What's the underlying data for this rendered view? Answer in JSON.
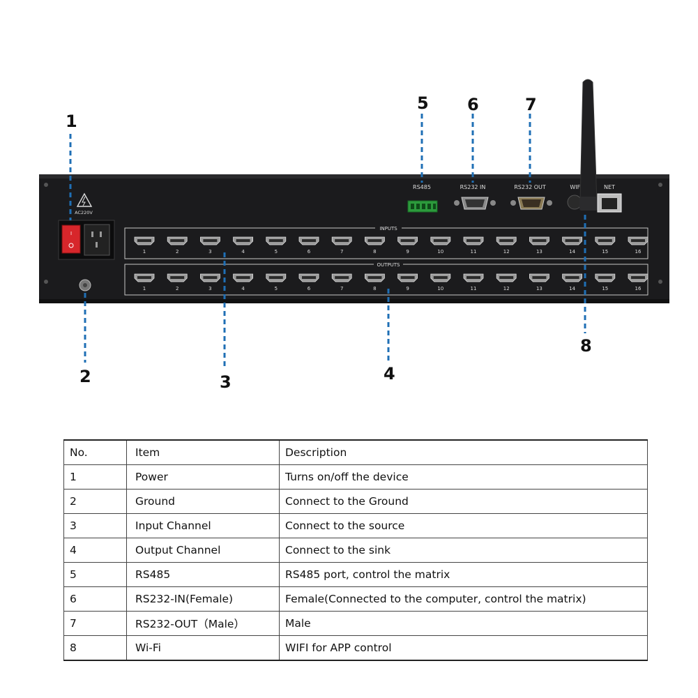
{
  "callouts": [
    "1",
    "2",
    "3",
    "4",
    "5",
    "6",
    "7",
    "8"
  ],
  "panel": {
    "power_label": "AC220V",
    "rs485_label": "RS485",
    "rs232_in_label": "RS232 IN",
    "rs232_out_label": "RS232 OUT",
    "wifi_label": "WIFI",
    "net_label": "NET",
    "inputs_label": "INPUTS",
    "outputs_label": "OUTPUTS",
    "port_numbers": [
      "1",
      "2",
      "3",
      "4",
      "5",
      "6",
      "7",
      "8",
      "9",
      "10",
      "11",
      "12",
      "13",
      "14",
      "15",
      "16"
    ]
  },
  "colors": {
    "panel": "#1b1b1d",
    "callout_line": "#1f6fb5",
    "power_switch": "#d7262b"
  },
  "table": {
    "headers": [
      "No.",
      "Item",
      "Description"
    ],
    "rows": [
      [
        "1",
        "Power",
        "Turns on/off the device"
      ],
      [
        "2",
        "Ground",
        "Connect to the Ground"
      ],
      [
        "3",
        "Input Channel",
        "Connect to the source"
      ],
      [
        "4",
        "Output Channel",
        "Connect to the sink"
      ],
      [
        "5",
        "RS485",
        "RS485 port, control the matrix"
      ],
      [
        "6",
        "RS232-IN(Female)",
        "Female(Connected to the computer, control the matrix)"
      ],
      [
        "7",
        "RS232-OUT（Male）",
        "Male"
      ],
      [
        "8",
        "Wi-Fi",
        "WIFI for APP control"
      ]
    ]
  }
}
